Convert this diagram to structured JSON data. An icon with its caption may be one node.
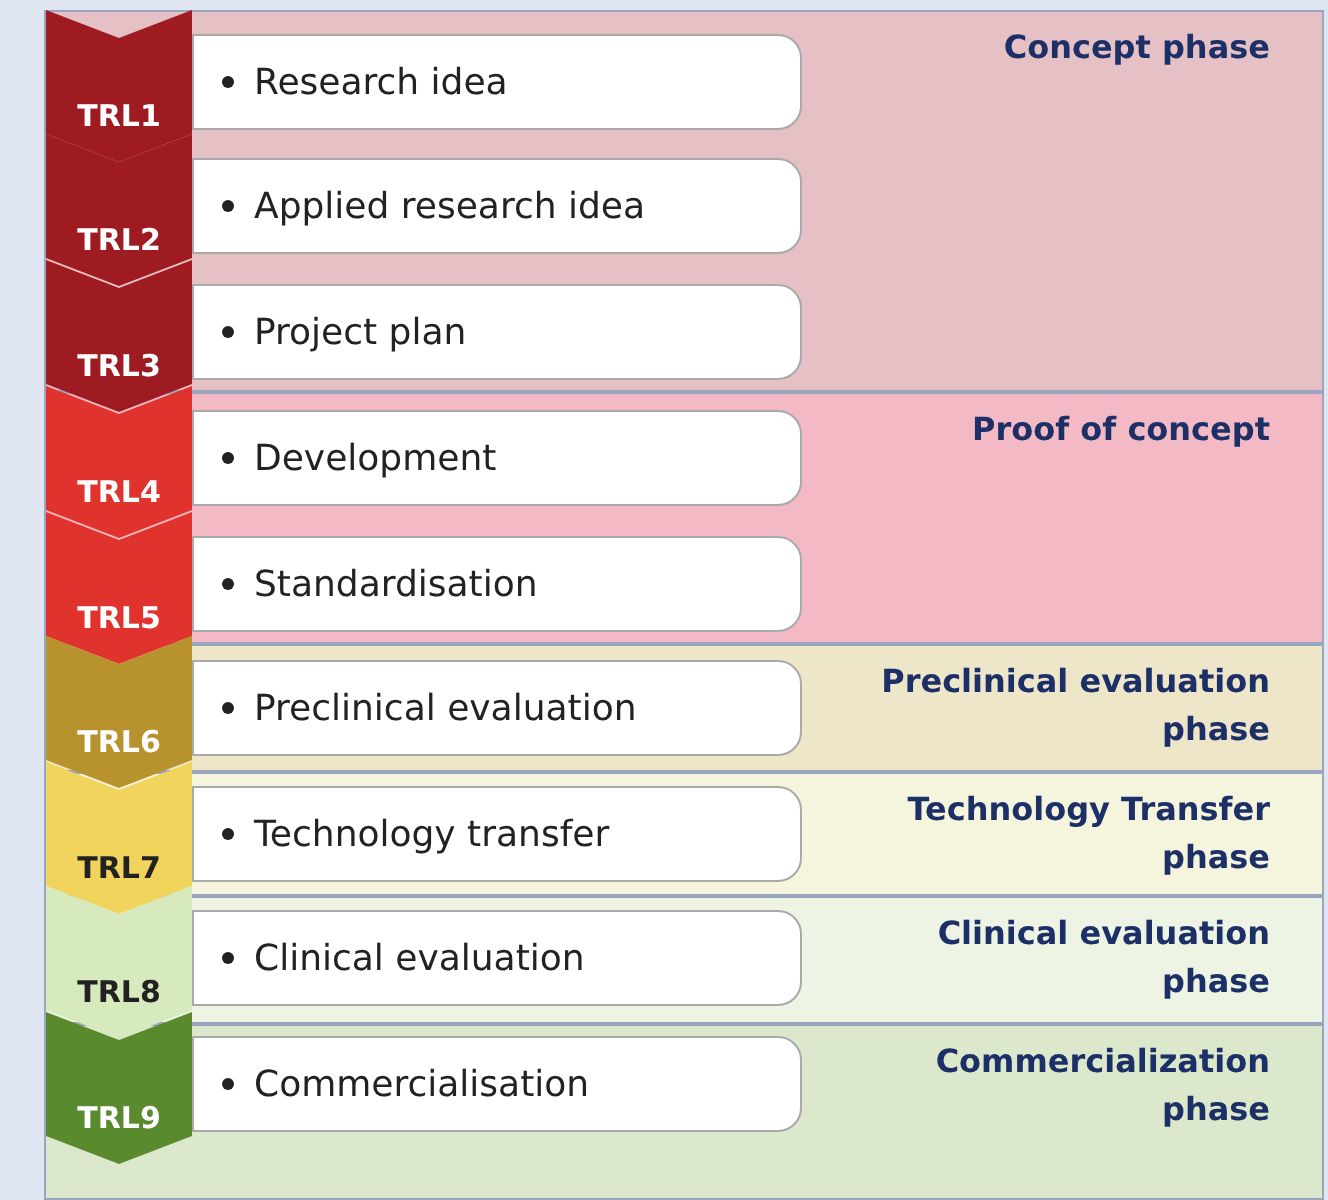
{
  "diagram": {
    "nodes": [
      {
        "text": [
          "Concept phase"
        ]
      },
      {
        "text": [
          "TRL1"
        ],
        "in": 0
      },
      {
        "text": [
          "Research idea"
        ],
        "in": 0
      },
      {
        "text": [
          "TRL2"
        ],
        "in": 0
      },
      {
        "text": [
          "Applied research idea"
        ],
        "in": 0
      },
      {
        "text": [
          "TRL3"
        ],
        "in": 0
      },
      {
        "text": [
          "Project plan"
        ],
        "in": 0
      },
      {
        "text": [
          "Proof of concept"
        ]
      },
      {
        "text": [
          "TRL4"
        ],
        "in": 7
      },
      {
        "text": [
          "Development"
        ],
        "in": 7
      },
      {
        "text": [
          "TRL5"
        ],
        "in": 7
      },
      {
        "text": [
          "Standardisation"
        ],
        "in": 7
      },
      {
        "text": [
          "Preclinical evaluation phase"
        ]
      },
      {
        "text": [
          "TRL6"
        ],
        "in": 12
      },
      {
        "text": [
          "Preclinical evaluation"
        ],
        "in": 12
      },
      {
        "text": [
          "Technology Transfer phase"
        ]
      },
      {
        "text": [
          "TRL7"
        ],
        "in": 15
      },
      {
        "text": [
          "Technology transfer"
        ],
        "in": 15
      },
      {
        "text": [
          "Clinical evaluation phase"
        ]
      },
      {
        "text": [
          "TRL8"
        ],
        "in": 18
      },
      {
        "text": [
          "Clinical evaluation"
        ],
        "in": 18
      },
      {
        "text": [
          "Commercialization phase"
        ]
      },
      {
        "text": [
          "TRL9"
        ],
        "in": 21
      },
      {
        "text": [
          "Commercialisation"
        ],
        "in": 21
      }
    ],
    "edges": []
  }
}
